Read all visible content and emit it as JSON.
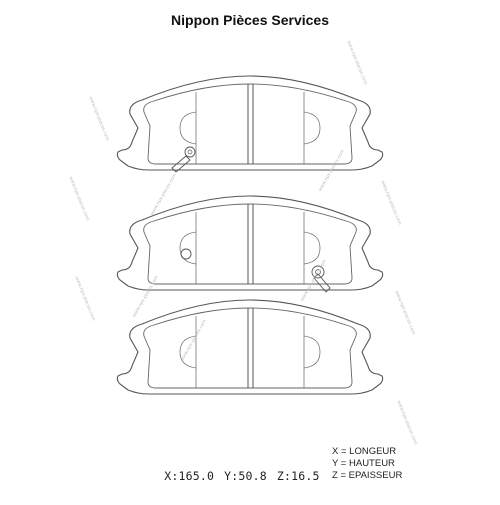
{
  "title": "Nippon Pièces Services",
  "dimensions": {
    "x": "X:165.0",
    "y": "Y:50.8",
    "z": "Z:16.5"
  },
  "legend": {
    "x": "X = LONGEUR",
    "y": "Y = HAUTEUR",
    "z": "Z = EPAISSEUR"
  },
  "watermark": "www.nps-pieces.com",
  "colors": {
    "line": "#555555",
    "text": "#222222",
    "watermark": "#bdbdbd"
  }
}
